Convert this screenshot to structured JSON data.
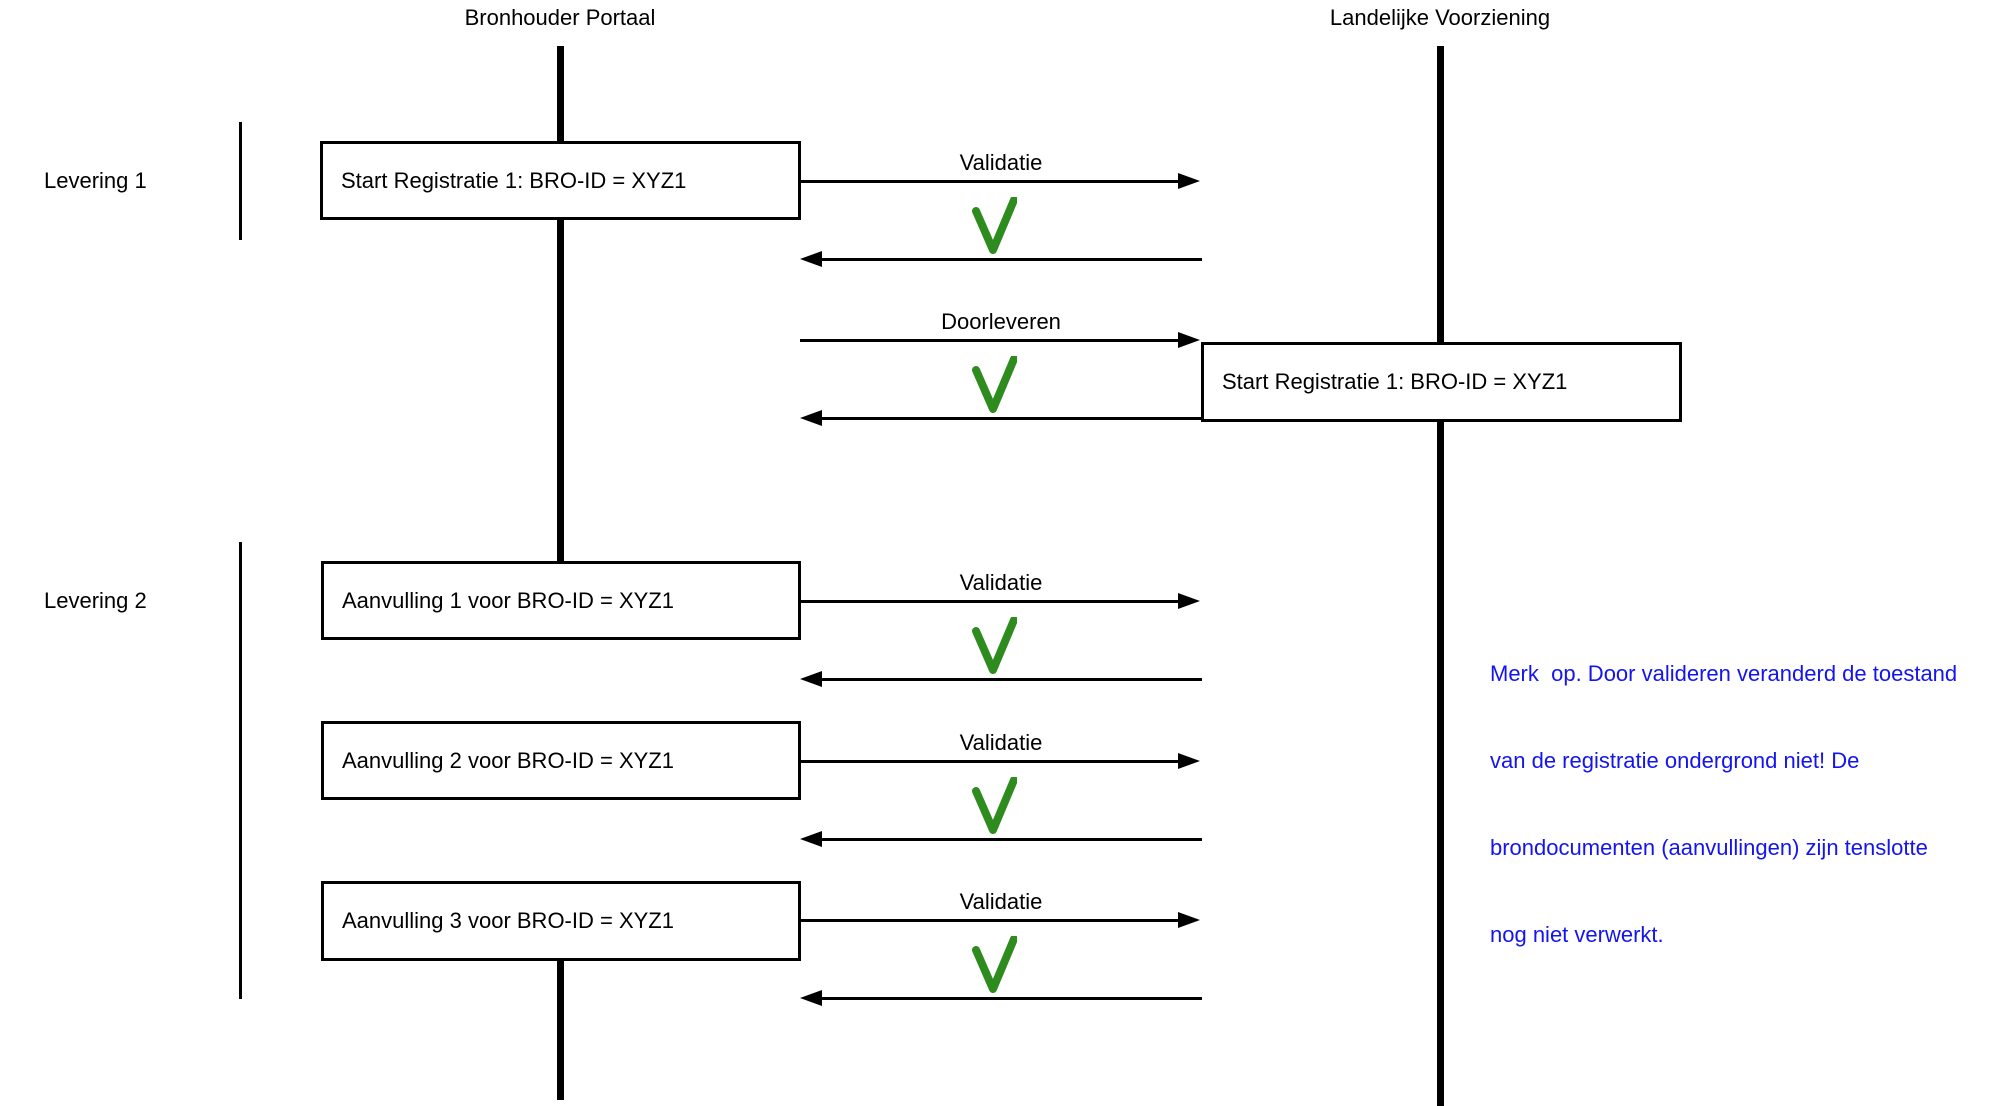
{
  "colors": {
    "check_green": "#2e8b1e",
    "note_blue": "#1414ee"
  },
  "lifelines": [
    {
      "title": "Bronhouder Portaal"
    },
    {
      "title": "Landelijke Voorziening"
    }
  ],
  "groups": [
    {
      "label": "Levering 1"
    },
    {
      "label": "Levering 2"
    }
  ],
  "boxes": [
    {
      "text": "Start Registratie 1: BRO-ID = XYZ1"
    },
    {
      "text": "Start Registratie 1: BRO-ID = XYZ1"
    },
    {
      "text": "Aanvulling 1 voor BRO-ID = XYZ1"
    },
    {
      "text": "Aanvulling 2 voor BRO-ID = XYZ1"
    },
    {
      "text": "Aanvulling 3 voor BRO-ID = XYZ1"
    }
  ],
  "messages": [
    {
      "label": "Validatie",
      "result": "check"
    },
    {
      "label": "Doorleveren",
      "result": "check"
    },
    {
      "label": "Validatie",
      "result": "check"
    },
    {
      "label": "Validatie",
      "result": "check"
    },
    {
      "label": "Validatie",
      "result": "check"
    }
  ],
  "note": {
    "lines": [
      "Merk  op. Door valideren veranderd de toestand",
      "van de registratie ondergrond niet! De",
      "brondocumenten (aanvullingen) zijn tenslotte",
      "nog niet verwerkt."
    ]
  }
}
